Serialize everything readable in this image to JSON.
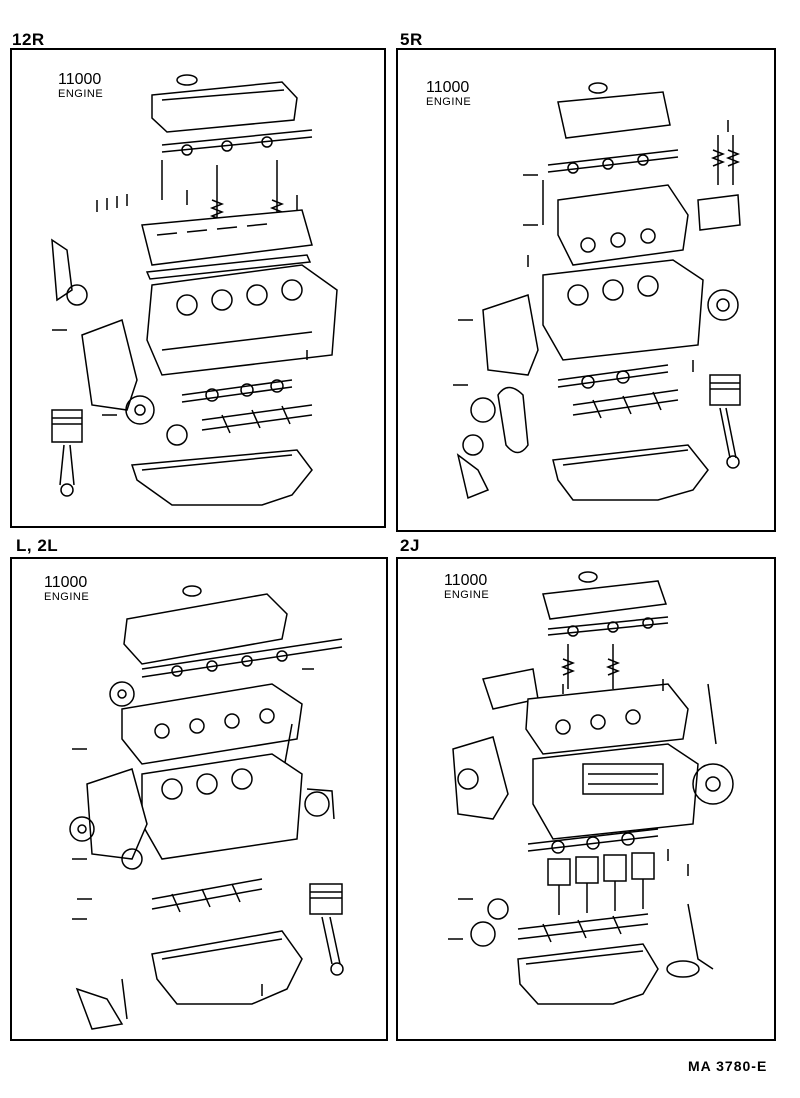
{
  "panels": [
    {
      "label": "12R",
      "title_code": "11000",
      "title_sub": "ENGINE"
    },
    {
      "label": "5R",
      "title_code": "11000",
      "title_sub": "ENGINE"
    },
    {
      "label": "L, 2L",
      "title_code": "11000",
      "title_sub": "ENGINE"
    },
    {
      "label": "2J",
      "title_code": "11000",
      "title_sub": "ENGINE"
    }
  ],
  "footer": {
    "code": "MA  3780-E"
  }
}
